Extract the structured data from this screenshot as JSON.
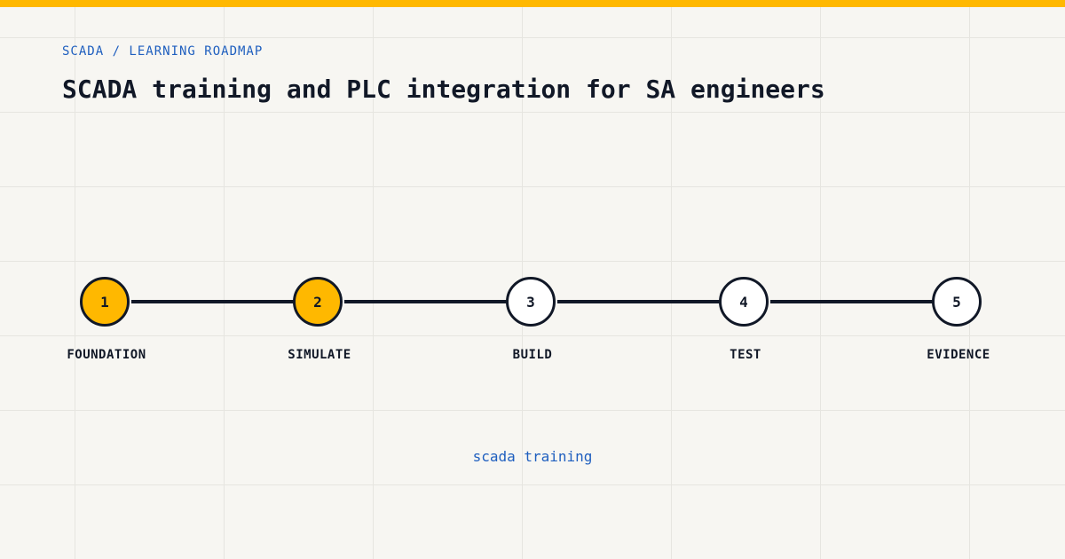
{
  "header": {
    "breadcrumb": "SCADA / LEARNING ROADMAP",
    "title": "SCADA training and PLC integration for SA engineers"
  },
  "roadmap": {
    "steps": [
      {
        "number": "1",
        "label": "FOUNDATION",
        "status": "completed"
      },
      {
        "number": "2",
        "label": "SIMULATE",
        "status": "completed"
      },
      {
        "number": "3",
        "label": "BUILD",
        "status": "upcoming"
      },
      {
        "number": "4",
        "label": "TEST",
        "status": "upcoming"
      },
      {
        "number": "5",
        "label": "EVIDENCE",
        "status": "upcoming"
      }
    ]
  },
  "footer": {
    "tag": "scada training"
  },
  "colors": {
    "accent": "#ffb800",
    "link": "#1f5fbf",
    "ink": "#111827",
    "background": "#f7f6f2"
  }
}
